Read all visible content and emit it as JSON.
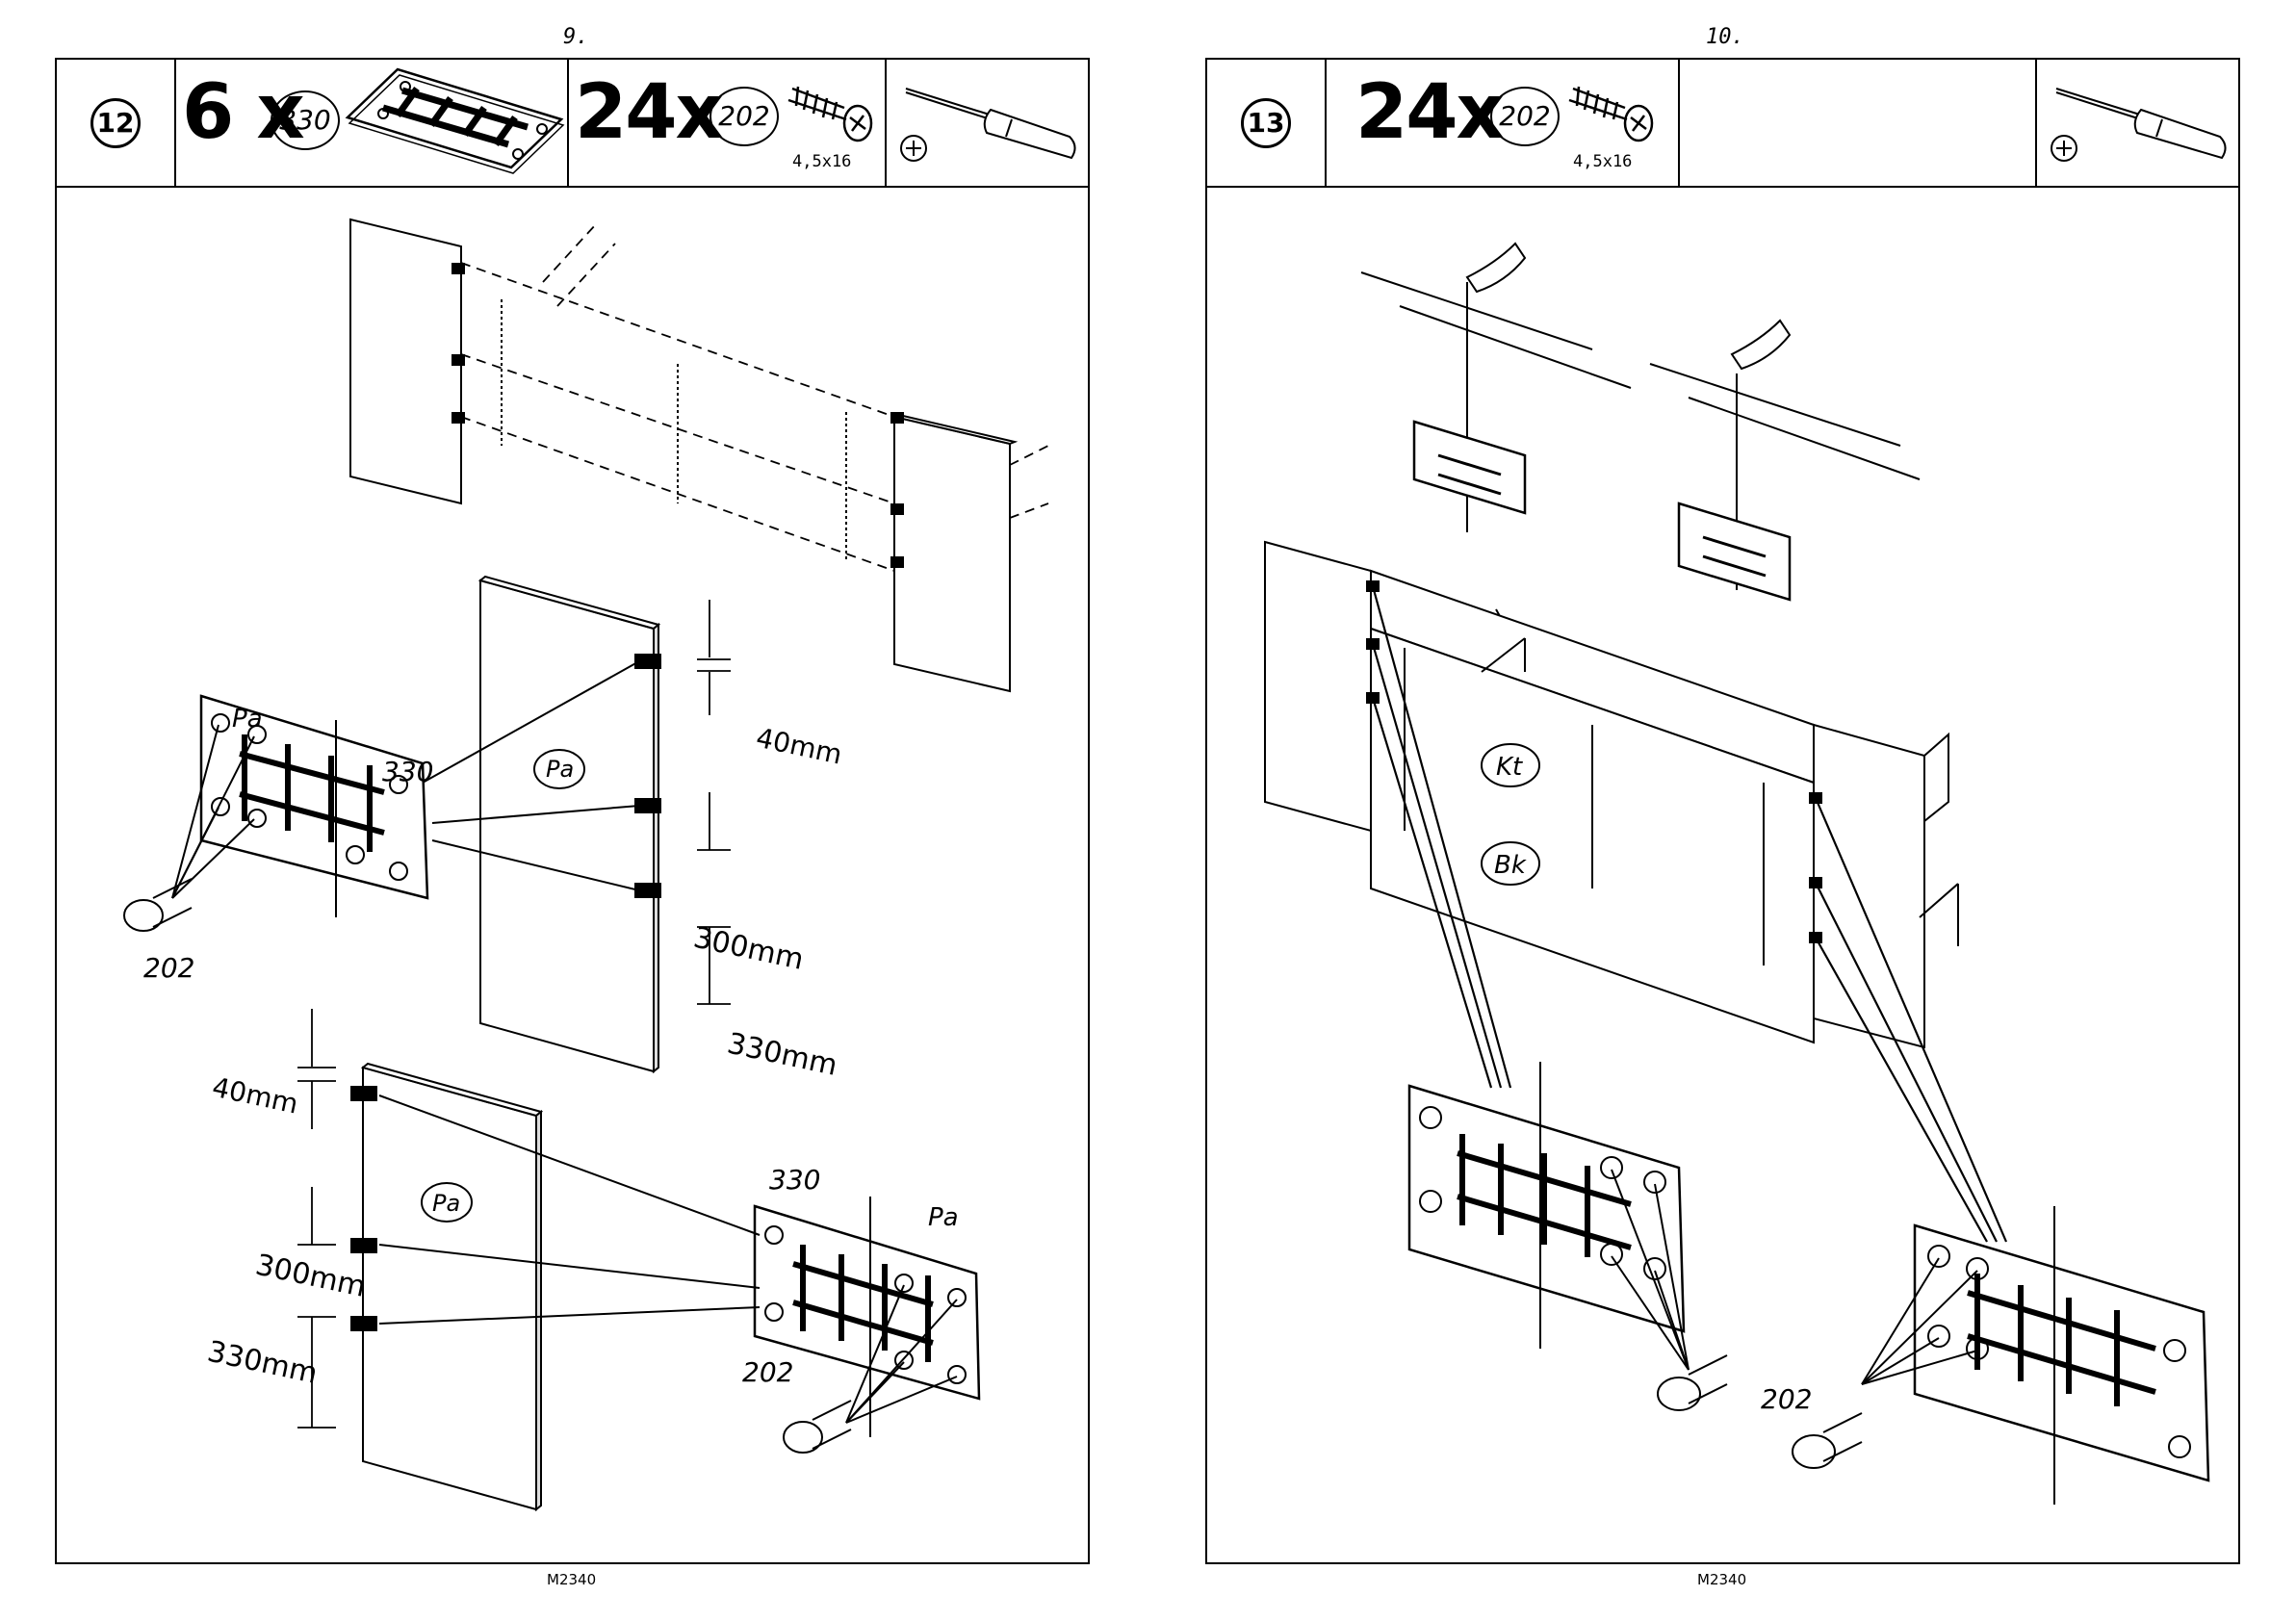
{
  "left_page": {
    "page_number": "9.",
    "step": "12",
    "parts": [
      {
        "quantity": "6 x",
        "part_no": "330",
        "icon": "connector-plate-icon"
      },
      {
        "quantity": "24x",
        "part_no": "202",
        "spec": "4,5x16",
        "icon": "screw-icon"
      }
    ],
    "tool_icon": "screwdriver-icon",
    "labels": {
      "pa": "Pa",
      "connector": "330",
      "screw": "202",
      "dim_40": "40mm",
      "dim_300": "300mm",
      "dim_330": "330mm"
    },
    "footer": "M2340"
  },
  "right_page": {
    "page_number": "10.",
    "step": "13",
    "parts": [
      {
        "quantity": "24x",
        "part_no": "202",
        "spec": "4,5x16",
        "icon": "screw-icon"
      }
    ],
    "tool_icon": "screwdriver-icon",
    "labels": {
      "kt": "Kt",
      "bk": "Bk",
      "screw": "202"
    },
    "footer": "M2340"
  }
}
